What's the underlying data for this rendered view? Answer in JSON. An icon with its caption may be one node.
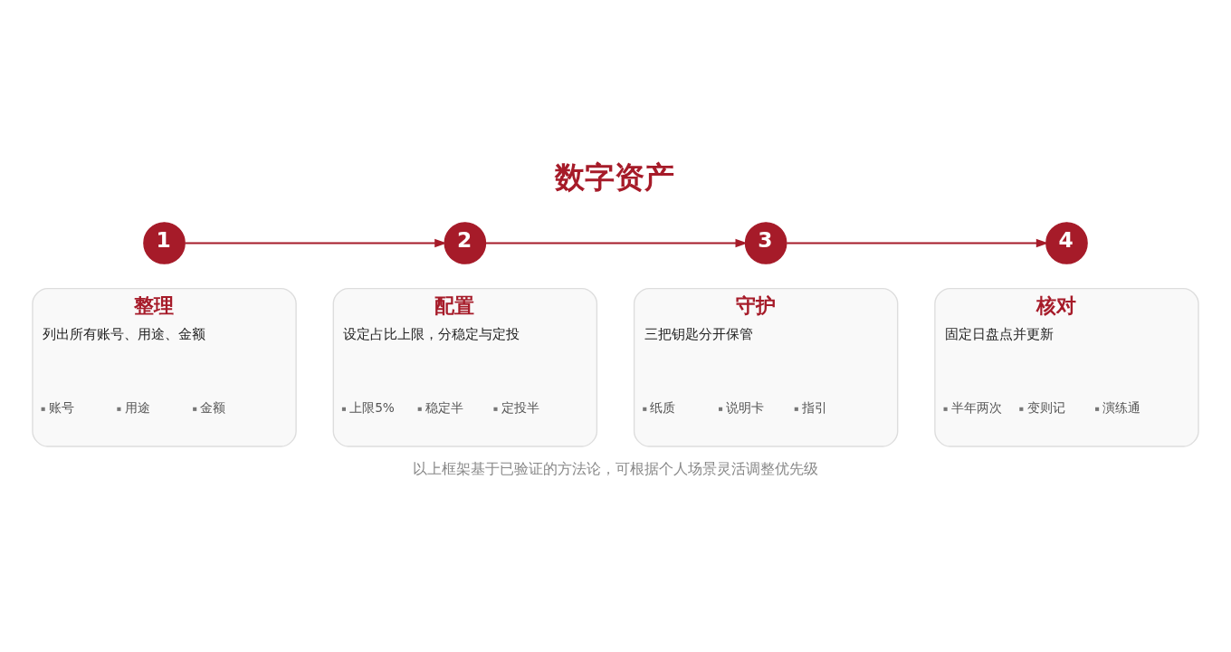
{
  "diagram": {
    "title": "数字资产",
    "caption": "以上框架基于已验证的方法论，可根据个人场景灵活调整优先级",
    "nodes": [
      {
        "text": [
          "1"
        ]
      },
      {
        "text": [
          "2"
        ]
      },
      {
        "text": [
          "3"
        ]
      },
      {
        "text": [
          "4"
        ]
      },
      {
        "text": [
          "整理",
          "列出所有账号、用途、金额",
          "账号",
          "用途",
          "金额"
        ]
      },
      {
        "text": [
          "配置",
          "设定占比上限，分稳定与定投",
          "上限5%",
          "稳定半",
          "定投半"
        ]
      },
      {
        "text": [
          "守护",
          "三把钥匙分开保管",
          "纸质",
          "说明卡",
          "指引"
        ]
      },
      {
        "text": [
          "核对",
          "固定日盘点并更新",
          "半年两次",
          "变则记",
          "演练通"
        ]
      }
    ],
    "edges": [
      {
        "from": 0,
        "to": 1,
        "arrow": "to"
      },
      {
        "from": 1,
        "to": 2,
        "arrow": "to"
      },
      {
        "from": 2,
        "to": 3,
        "arrow": "to"
      }
    ]
  }
}
